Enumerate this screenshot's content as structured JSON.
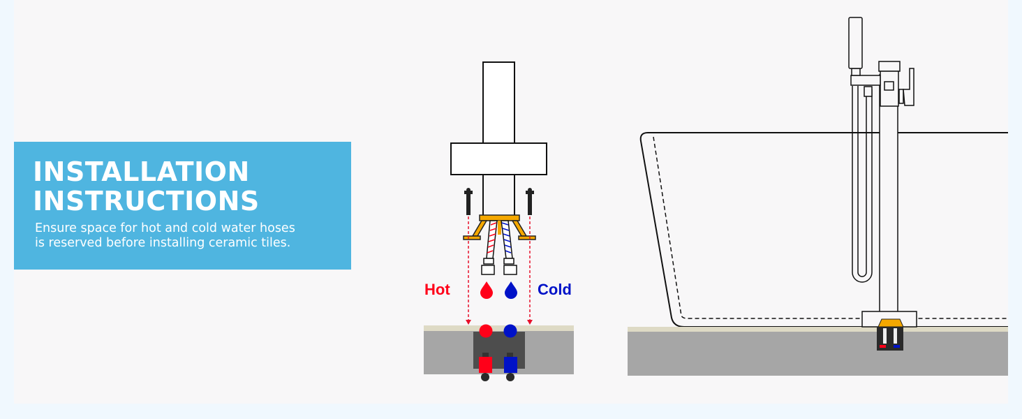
{
  "banner": {
    "title_line1": "INSTALLATION",
    "title_line2": "INSTRUCTIONS",
    "subtitle_line1": "Ensure space for hot and cold water hoses",
    "subtitle_line2": "is reserved before installing ceramic tiles."
  },
  "labels": {
    "hot": "Hot",
    "cold": "Cold"
  },
  "colors": {
    "banner": "#4fb5e0",
    "hot": "#ff0019",
    "cold": "#0012c8",
    "bracket": "#f5a800"
  }
}
